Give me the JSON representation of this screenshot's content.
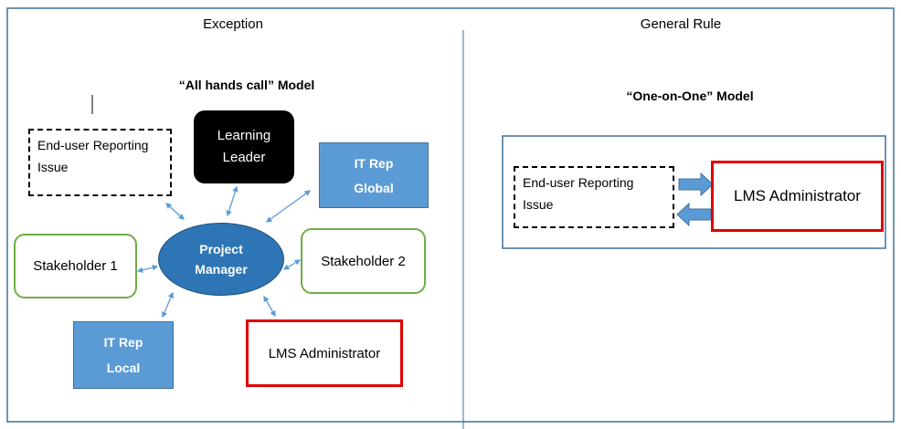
{
  "left": {
    "header": "Exception",
    "model_title": "“All hands call” Model",
    "end_user": [
      "End-user Reporting",
      "Issue"
    ],
    "learning_leader": [
      "Learning",
      "Leader"
    ],
    "it_rep_global": [
      "IT Rep",
      "Global"
    ],
    "stakeholder1": "Stakeholder 1",
    "project_manager": [
      "Project",
      "Manager"
    ],
    "stakeholder2": "Stakeholder 2",
    "it_rep_local": [
      "IT Rep",
      "Local"
    ],
    "lms_admin": "LMS Administrator"
  },
  "right": {
    "header": "General Rule",
    "model_title": "“One-on-One” Model",
    "end_user": [
      "End-user Reporting",
      "Issue"
    ],
    "lms_admin": "LMS Administrator"
  },
  "colors": {
    "frame": "#41719c",
    "arrow": "#5b9bd5",
    "blue_box": "#5b9bd5",
    "project_manager": "#2e75b6",
    "green_border": "#70ad47",
    "red_border": "#e00000"
  }
}
